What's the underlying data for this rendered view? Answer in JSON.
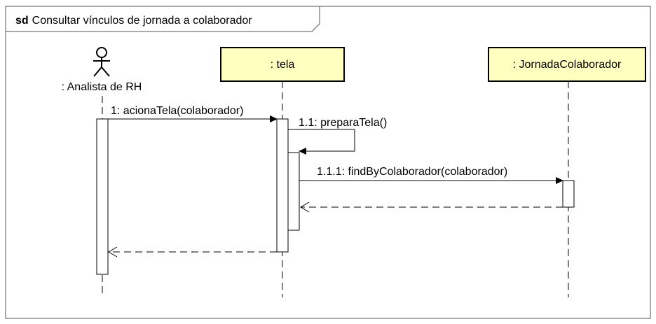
{
  "frame": {
    "keyword": "sd",
    "title": "Consultar vínculos de jornada a colaborador"
  },
  "actor": {
    "label": ": Analista de RH",
    "icon": "stick-figure-icon"
  },
  "lifelines": {
    "tela": ": tela",
    "jornada": ": JornadaColaborador"
  },
  "messages": {
    "m1": "1: acionaTela(colaborador)",
    "m11": "1.1: preparaTela()",
    "m111": "1.1.1: findByColaborador(colaborador)"
  },
  "colors": {
    "lifeline_box_fill": "#ffffc0",
    "stroke": "#000000",
    "frame_border": "#555555"
  }
}
